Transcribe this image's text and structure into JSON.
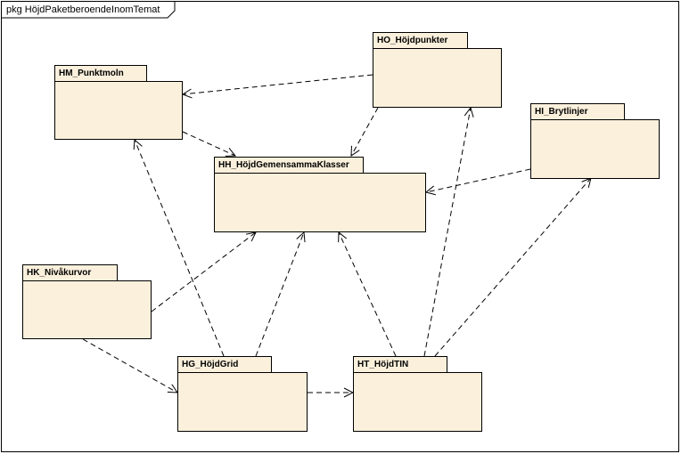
{
  "diagram": {
    "frame_label": "pkg HöjdPaketberoendeInomTemat",
    "packages": {
      "hm": "HM_Punktmoln",
      "ho": "HO_Höjdpunkter",
      "hi": "HI_Brytlinjer",
      "hh": "HH_HöjdGemensammaKlasser",
      "hk": "HK_Nivåkurvor",
      "hg": "HG_HöjdGrid",
      "ht": "HT_HöjdTIN"
    },
    "colors": {
      "package_fill": "#faf0dc",
      "line": "#000000"
    },
    "dependencies": [
      {
        "from": "HO_Höjdpunkter",
        "to": "HM_Punktmoln"
      },
      {
        "from": "HO_Höjdpunkter",
        "to": "HH_HöjdGemensammaKlasser"
      },
      {
        "from": "HM_Punktmoln",
        "to": "HH_HöjdGemensammaKlasser"
      },
      {
        "from": "HI_Brytlinjer",
        "to": "HH_HöjdGemensammaKlasser"
      },
      {
        "from": "HK_Nivåkurvor",
        "to": "HH_HöjdGemensammaKlasser"
      },
      {
        "from": "HK_Nivåkurvor",
        "to": "HG_HöjdGrid"
      },
      {
        "from": "HG_HöjdGrid",
        "to": "HM_Punktmoln"
      },
      {
        "from": "HG_HöjdGrid",
        "to": "HH_HöjdGemensammaKlasser"
      },
      {
        "from": "HG_HöjdGrid",
        "to": "HT_HöjdTIN"
      },
      {
        "from": "HT_HöjdTIN",
        "to": "HH_HöjdGemensammaKlasser"
      },
      {
        "from": "HT_HöjdTIN",
        "to": "HO_Höjdpunkter"
      },
      {
        "from": "HT_HöjdTIN",
        "to": "HI_Brytlinjer"
      }
    ]
  }
}
